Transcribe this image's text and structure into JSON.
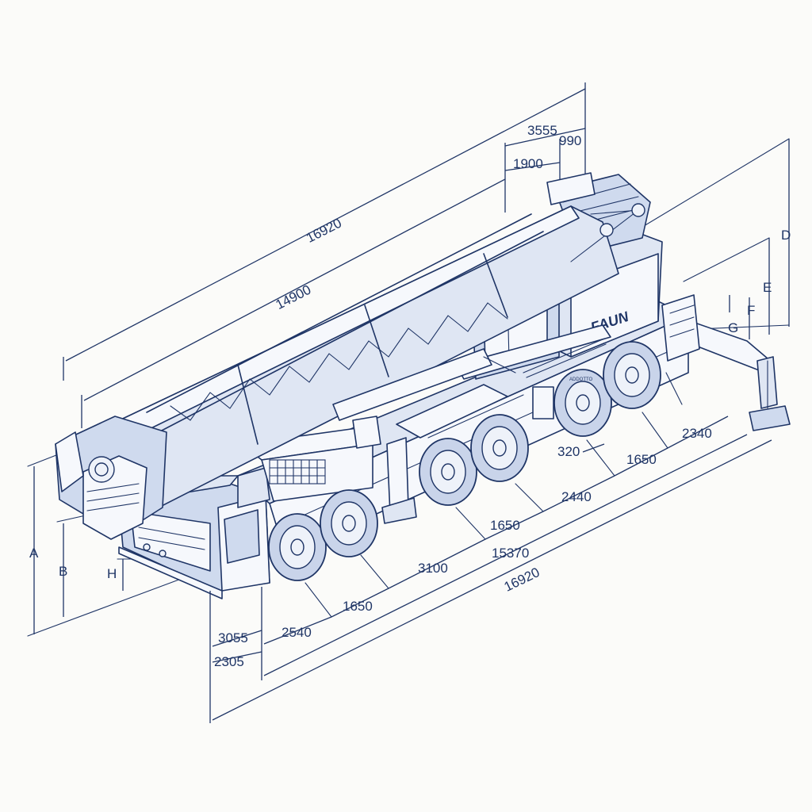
{
  "drawing": {
    "brand_label": "FAUN",
    "tyre_marking": "ADDOTTO",
    "dimensions": {
      "overall_top": "16920",
      "boom_length": "14900",
      "rear_total": "3555",
      "rear_a": "1900",
      "rear_b": "990",
      "overall_bottom": "16920",
      "wheelbase": "15370",
      "spacing_1650_front": "1650",
      "spacing_3100": "3100",
      "spacing_1650_mid": "1650",
      "spacing_2440": "2440",
      "spacing_1650_rear": "1650",
      "spacing_320": "320",
      "spacing_2340": "2340",
      "front_overhang": "3055",
      "front_2540": "2540",
      "front_2305": "2305"
    },
    "height_labels": {
      "a": "A",
      "b": "B",
      "h": "H",
      "d": "D",
      "e": "E",
      "f": "F",
      "g": "G"
    }
  }
}
